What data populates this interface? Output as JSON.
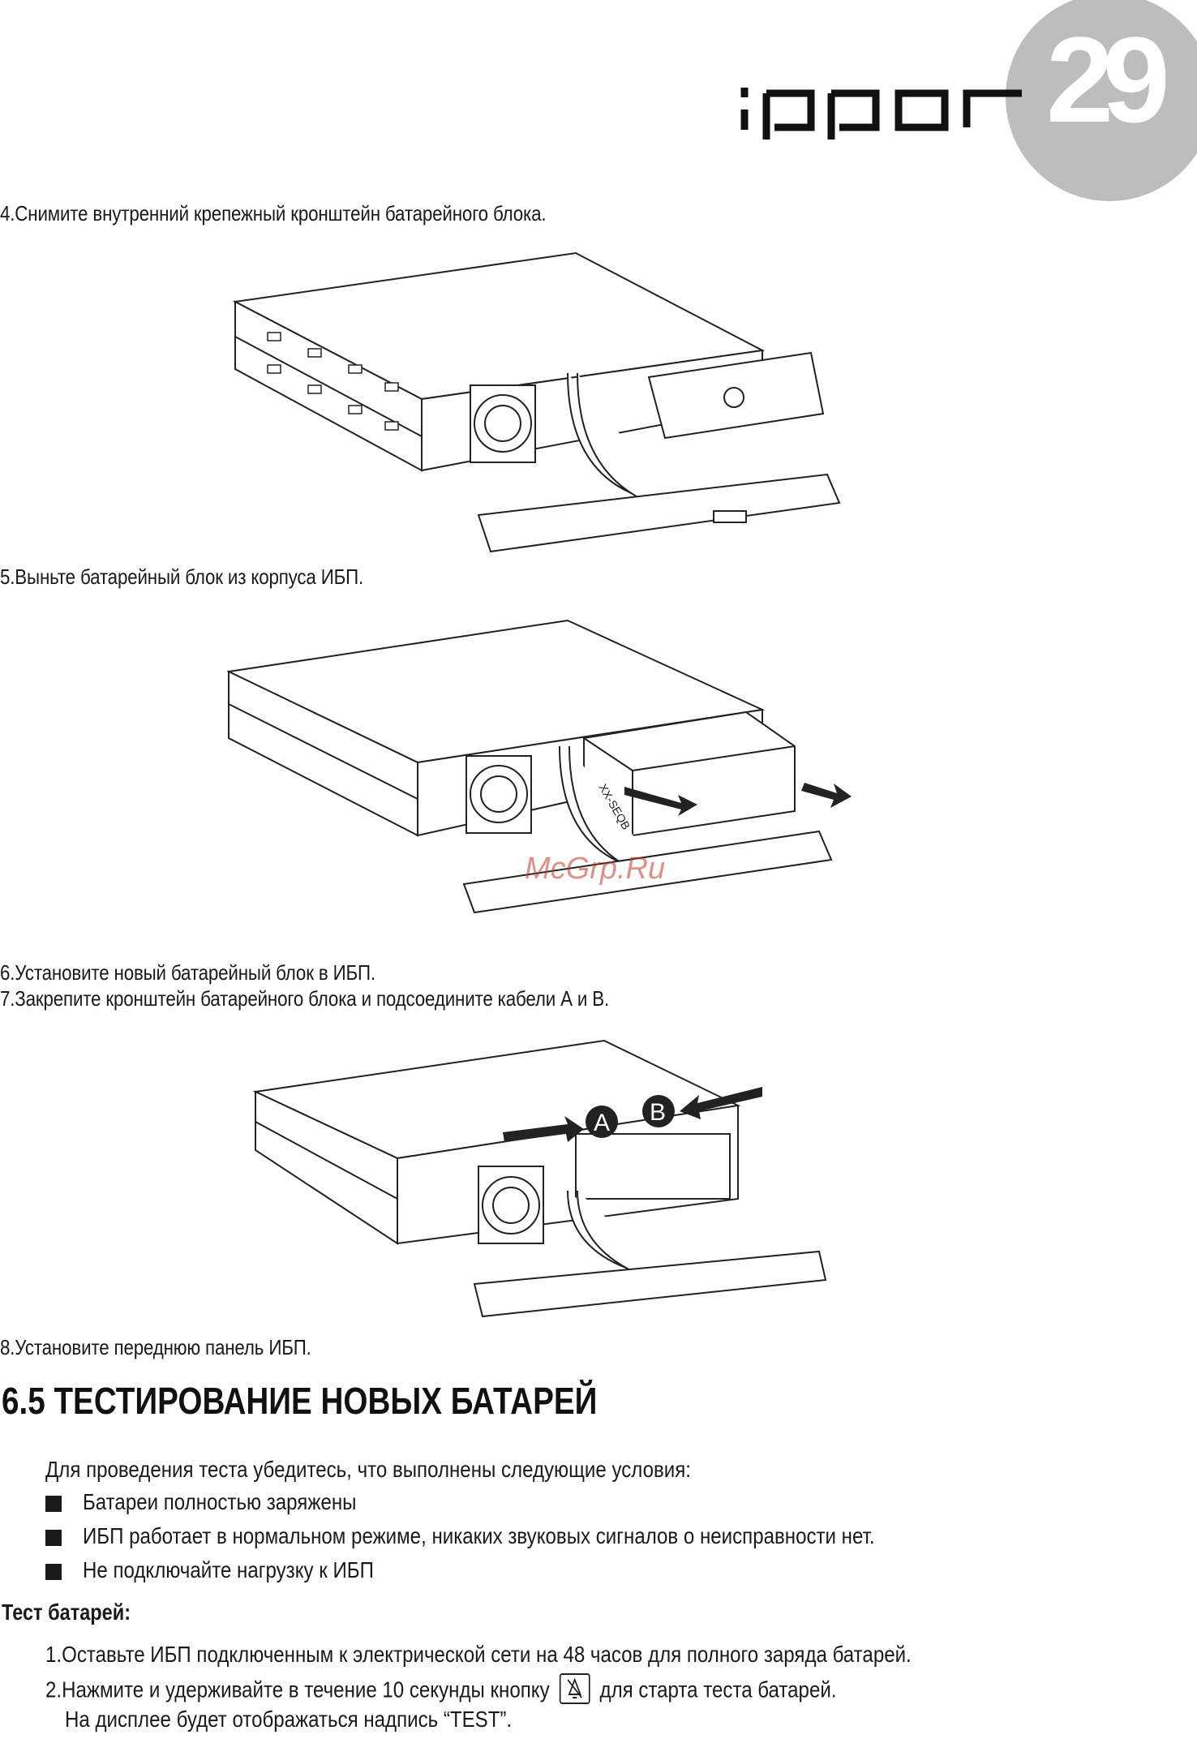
{
  "header": {
    "logo_text": "ippon",
    "page_number": "29"
  },
  "steps": {
    "s4": "4.Снимите внутренний крепежный кронштейн батарейного блока.",
    "s5": "5.Выньте батарейный блок из корпуса ИБП.",
    "s6": "6.Установите новый батарейный блок в ИБП.",
    "s7": "7.Закрепите кронштейн батарейного блока и подсоедините кабели А и В.",
    "s8": "8.Установите переднюю панель ИБП."
  },
  "figure2": {
    "module_label": "XX-SEQB"
  },
  "figure3": {
    "label_a": "A",
    "label_b": "B"
  },
  "watermark": "McGrp.Ru",
  "section": {
    "title": "6.5 ТЕСТИРОВАНИЕ НОВЫХ БАТАРЕЙ",
    "intro": "Для проведения теста убедитесь, что выполнены следующие условия:",
    "conditions": [
      "Батареи полностью заряжены",
      "ИБП работает в нормальном режиме, никаких звуковых сигналов о неисправности нет.",
      "Не подключайте нагрузку к ИБП"
    ],
    "test_heading": "Тест батарей:",
    "test_step1": "1.Оставьте ИБП подключенным к электрической сети на 48 часов для полного заряда батарей.",
    "test_step2_a": "2.Нажмите и удерживайте в течение 10 секунды кнопку",
    "test_step2_b": "для старта теста батарей.",
    "test_step2_c": "На дисплее будет отображаться надпись “TEST”."
  }
}
